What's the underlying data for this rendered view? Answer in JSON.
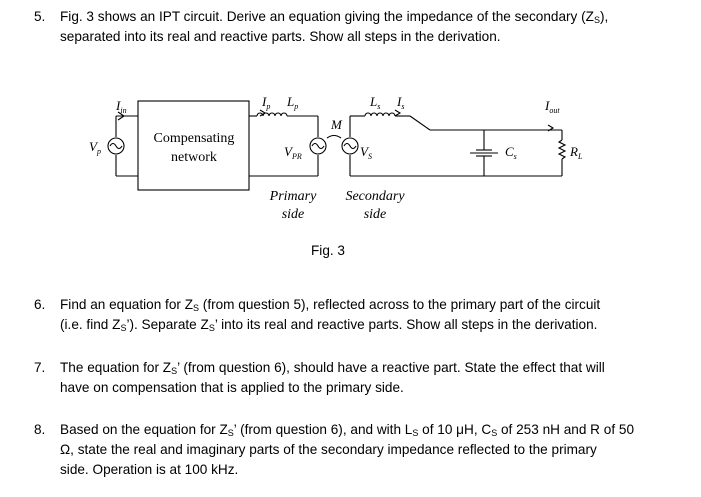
{
  "questions": [
    {
      "number": "5.",
      "parts": [
        "Fig. 3 shows an IPT circuit.  Derive an equation giving the impedance of the secondary (Z",
        "S",
        "),",
        "separated into its real and reactive parts.  Show all steps in the derivation."
      ]
    },
    {
      "number": "6.",
      "parts": [
        "Find an equation for Z",
        "S",
        " (from question 5), reflected across to the primary part of the circuit",
        "(i.e. find Z",
        "S",
        "’).  Separate Z",
        "S",
        "’ into its real and reactive parts.  Show all steps in the derivation."
      ]
    },
    {
      "number": "7.",
      "parts": [
        "The equation for Z",
        "S",
        "’ (from question 6), should have a reactive part.  State the effect that will",
        "have on compensation that is applied to the primary side."
      ]
    },
    {
      "number": "8.",
      "parts": [
        "Based on the equation for Z",
        "S",
        "’ (from question 6), and with L",
        "S",
        " of 10 μH, C",
        "S",
        " of 253 nH and R of 50",
        "Ω, state the real and imaginary parts of the secondary impedance reflected to the primary",
        "side. Operation is at 100 kHz."
      ]
    }
  ],
  "figure": {
    "caption": "Fig. 3",
    "labels": {
      "I_in": [
        "I",
        "in"
      ],
      "V_p": [
        "V",
        "p"
      ],
      "compensating_1": "Compensating",
      "compensating_2": "network",
      "I_p": [
        "I",
        "p"
      ],
      "L_p": [
        "L",
        "p"
      ],
      "M": "M",
      "L_s": [
        "L",
        "s"
      ],
      "I_s": [
        "I",
        "s"
      ],
      "V_PR": [
        "V",
        "PR"
      ],
      "V_S": [
        "V",
        "S"
      ],
      "primary_1": "Primary",
      "primary_2": "side",
      "secondary_1": "Secondary",
      "secondary_2": "side",
      "C_s": [
        "C",
        "s"
      ],
      "I_out": [
        "I",
        "out"
      ],
      "R_L": [
        "R",
        "L"
      ]
    }
  }
}
